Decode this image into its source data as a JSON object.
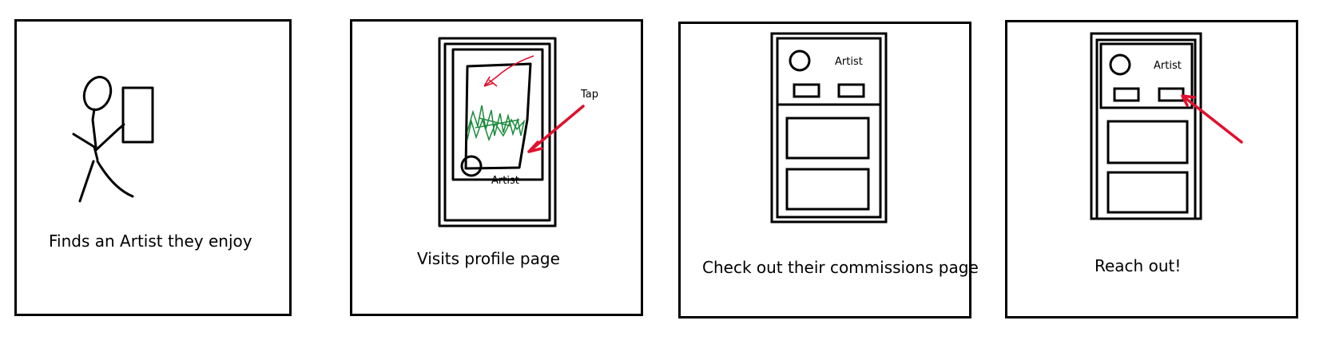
{
  "panels": [
    {
      "caption": "Finds an Artist they enjoy"
    },
    {
      "caption": "Visits profile page",
      "tap_label": "Tap",
      "profile_label": "Artist"
    },
    {
      "caption": "Check out their commissions page",
      "profile_label": "Artist"
    },
    {
      "caption": "Reach out!",
      "profile_label": "Artist"
    }
  ],
  "colors": {
    "ink": "#000000",
    "arrow": "#e0102e",
    "scribble": "#1a8a3a"
  },
  "icons": [
    "stick-figure-icon",
    "phone-icon",
    "tap-arrow-icon",
    "avatar-circle-icon",
    "button-icon"
  ]
}
